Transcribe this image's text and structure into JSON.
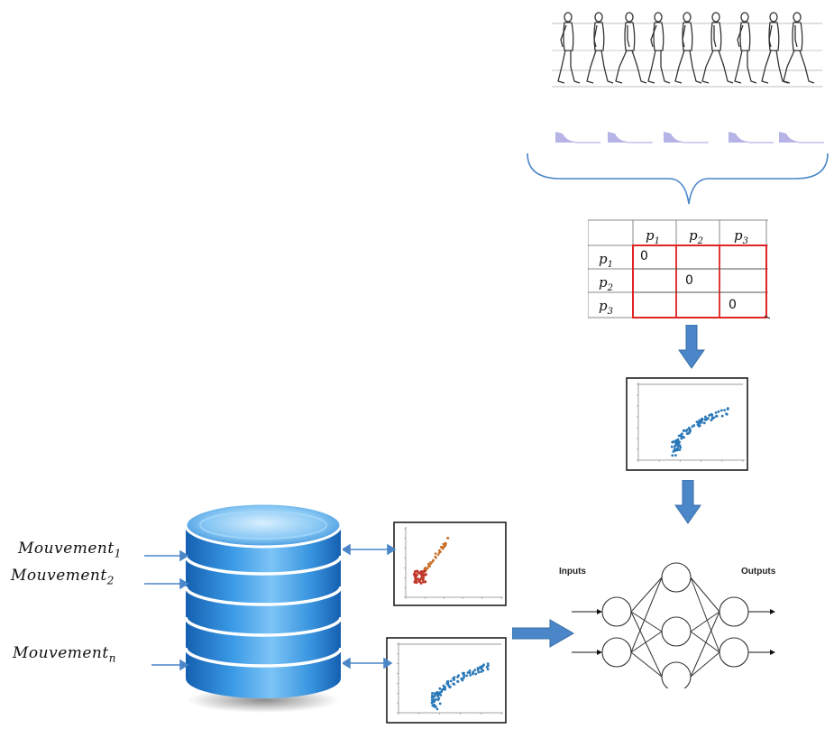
{
  "matrix": {
    "col_headers": [
      {
        "base": "p",
        "sub": "1"
      },
      {
        "base": "p",
        "sub": "2"
      },
      {
        "base": "p",
        "sub": "3"
      }
    ],
    "row_headers": [
      {
        "base": "p",
        "sub": "1"
      },
      {
        "base": "p",
        "sub": "2"
      },
      {
        "base": "p",
        "sub": "3"
      }
    ],
    "diagonal_values": [
      "0",
      "0",
      "0"
    ]
  },
  "movements": [
    {
      "base": "Mouvement",
      "sub": "1"
    },
    {
      "base": "Mouvement",
      "sub": "2"
    },
    {
      "base": "Mouvement",
      "sub": "n"
    }
  ],
  "network": {
    "inputs_label": "Inputs",
    "outputs_label": "Outputs"
  },
  "colors": {
    "arrow_fill": "#4a86c8",
    "matrix_red": "#e02020",
    "database_blue": "#2f8fd8",
    "scatter_blue": "#2a78b8",
    "scatter_orange": "#c8702a"
  },
  "icons": [
    "walking-figure-icon",
    "database-icon",
    "neural-network-icon"
  ]
}
